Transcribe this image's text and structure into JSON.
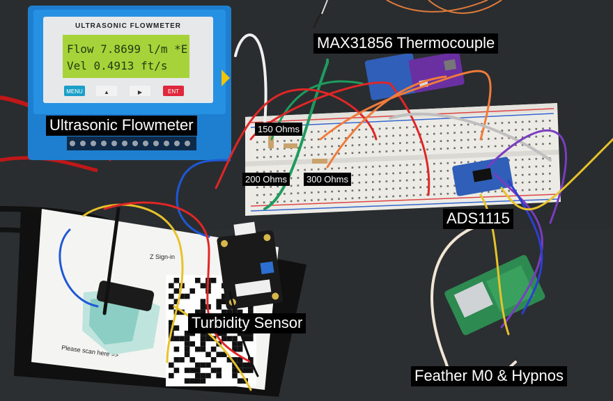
{
  "photo": {
    "flowmeter": {
      "brand": "ULTRASONIC FLOWMETER",
      "lcd_line1": "Flow  7.8699  l/m *E",
      "lcd_line2": "Vel   0.4913 ft/s",
      "buttons": [
        "MENU",
        "▲",
        "▶",
        "ENT"
      ]
    },
    "sign": {
      "top_text": "Z Sign-in",
      "bottom_text": "Please scan here >>"
    }
  },
  "labels": {
    "thermocouple": "MAX31856 Thermocouple",
    "flowmeter": "Ultrasonic Flowmeter",
    "r150": "150 Ohms",
    "r200": "200 Ohms",
    "r300": "300 Ohms",
    "ads": "ADS1115",
    "turbidity": "Turbidity Sensor",
    "feather": "Feather M0 & Hypnos"
  }
}
